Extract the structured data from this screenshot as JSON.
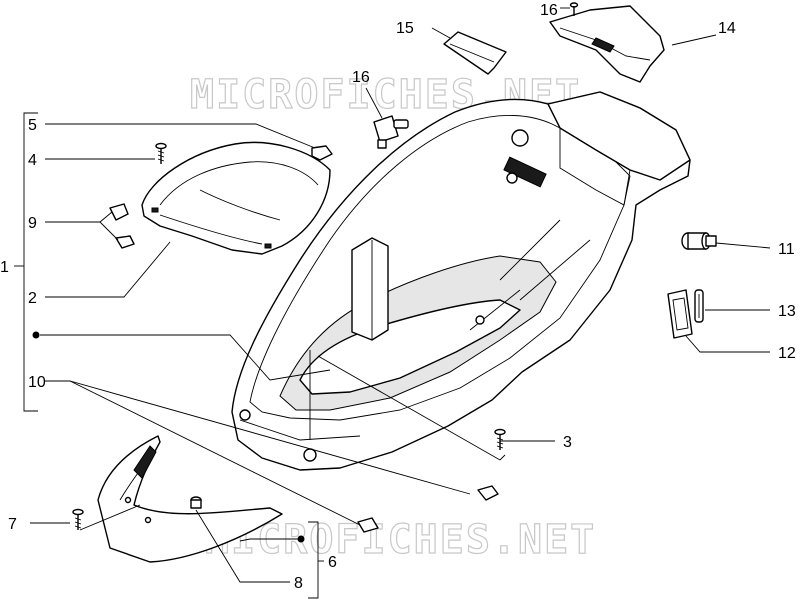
{
  "watermarks": [
    "MICROFICHES.NET",
    "MICROFICHES.NET"
  ],
  "callouts": {
    "c1": "1",
    "c2": "2",
    "c3": "3",
    "c4": "4",
    "c5": "5",
    "c6": "6",
    "c7": "7",
    "c8": "8",
    "c9": "9",
    "c10": "10",
    "c11": "11",
    "c12": "12",
    "c13": "13",
    "c14": "14",
    "c15": "15",
    "c16a": "16",
    "c16b": "16"
  }
}
